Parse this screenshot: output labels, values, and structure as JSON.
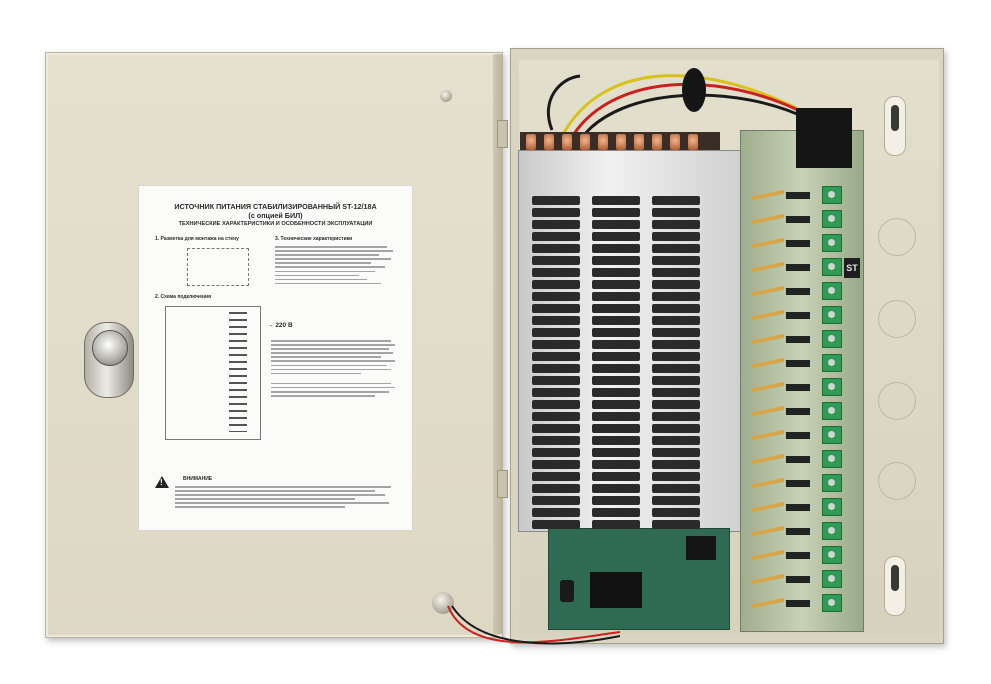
{
  "sheet": {
    "title_line1": "ИСТОЧНИК ПИТАНИЯ СТАБИЛИЗИРОВАННЫЙ ST-12/18А",
    "title_line2": "(с опцией БИЛ)",
    "subtitle": "ТЕХНИЧЕСКИЕ ХАРАКТЕРИСТИКИ И ОСОБЕННОСТИ ЭКСПЛУАТАЦИИ",
    "section1": "1. Разметка для монтажа на стену",
    "section2": "2. Схема подключения",
    "section3": "3. Технические характеристики",
    "voltage_label": "220 В",
    "warning_heading": "ВНИМАНИЕ"
  },
  "board": {
    "st_label": "ST"
  },
  "colors": {
    "enclosure": "#ddd8c4",
    "terminal_green": "#2f9b55",
    "fuse_gold": "#d8a64a",
    "wire_red": "#cc2020",
    "wire_yellow": "#d8c21a"
  },
  "icons": [
    "warning-icon",
    "lock-icon",
    "bolt-icon",
    "keyhole-icon"
  ]
}
